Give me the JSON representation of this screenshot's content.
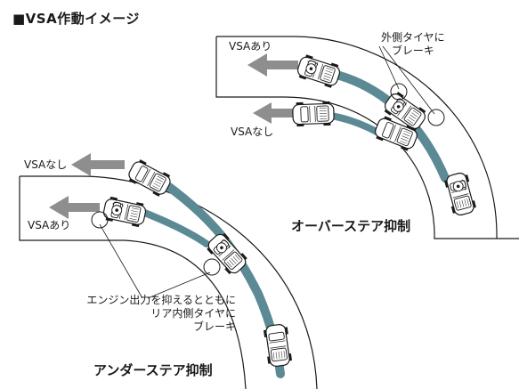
{
  "title": "■VSA作動イメージ",
  "oversteer": {
    "heading": "オーバーステア抑制",
    "label_with_vsa": "VSAあり",
    "label_without_vsa": "VSAなし",
    "callout_lines": [
      "外側タイヤに",
      "ブレーキ"
    ]
  },
  "understeer": {
    "heading": "アンダーステア抑制",
    "label_with_vsa": "VSAあり",
    "label_without_vsa": "VSAなし",
    "callout_lines": [
      "エンジン出力を抑えるとともに",
      "リア内側タイヤに",
      "ブレーキ"
    ]
  },
  "colors": {
    "arrow_gray": "#8e8e8e",
    "path_teal": "#5b8a95",
    "line": "#1a1a1a",
    "car_fill": "#ffffff"
  }
}
